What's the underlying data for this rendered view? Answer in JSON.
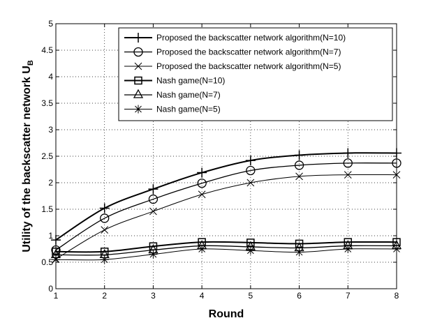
{
  "chart_data": {
    "type": "line",
    "x": [
      1,
      2,
      3,
      4,
      5,
      6,
      7,
      8
    ],
    "xlabel": "Round",
    "ylabel": "Utility of the backscatter network U",
    "ylabel_sub": "B",
    "xlim": [
      1,
      8
    ],
    "ylim": [
      0,
      5
    ],
    "xticks": [
      "1",
      "2",
      "3",
      "4",
      "5",
      "6",
      "7",
      "8"
    ],
    "yticks": [
      "0",
      "0.5",
      "1",
      "1.5",
      "2",
      "2.5",
      "3",
      "3.5",
      "4",
      "4.5",
      "5"
    ],
    "grid": true,
    "legend_position": "top-right",
    "series": [
      {
        "name": "Proposed the backscatter network algorithm(N=10)",
        "marker": "plus",
        "stroke_width": 2,
        "values": [
          0.92,
          1.52,
          1.88,
          2.19,
          2.42,
          2.52,
          2.56,
          2.56
        ]
      },
      {
        "name": "Proposed the backscatter network algorithm(N=7)",
        "marker": "circle",
        "stroke_width": 1.3,
        "values": [
          0.73,
          1.33,
          1.69,
          1.99,
          2.23,
          2.33,
          2.37,
          2.37
        ]
      },
      {
        "name": "Proposed the backscatter network algorithm(N=5)",
        "marker": "x",
        "stroke_width": 1,
        "values": [
          0.56,
          1.11,
          1.46,
          1.78,
          2.0,
          2.12,
          2.15,
          2.15
        ]
      },
      {
        "name": "Nash game(N=10)",
        "marker": "square",
        "stroke_width": 2,
        "values": [
          0.7,
          0.7,
          0.8,
          0.88,
          0.87,
          0.85,
          0.88,
          0.88
        ]
      },
      {
        "name": "Nash game(N=7)",
        "marker": "triangle",
        "stroke_width": 1.3,
        "values": [
          0.64,
          0.64,
          0.73,
          0.81,
          0.79,
          0.77,
          0.81,
          0.81
        ]
      },
      {
        "name": "Nash game(N=5)",
        "marker": "asterisk",
        "stroke_width": 1,
        "values": [
          0.55,
          0.55,
          0.65,
          0.75,
          0.72,
          0.69,
          0.75,
          0.75
        ]
      }
    ]
  }
}
